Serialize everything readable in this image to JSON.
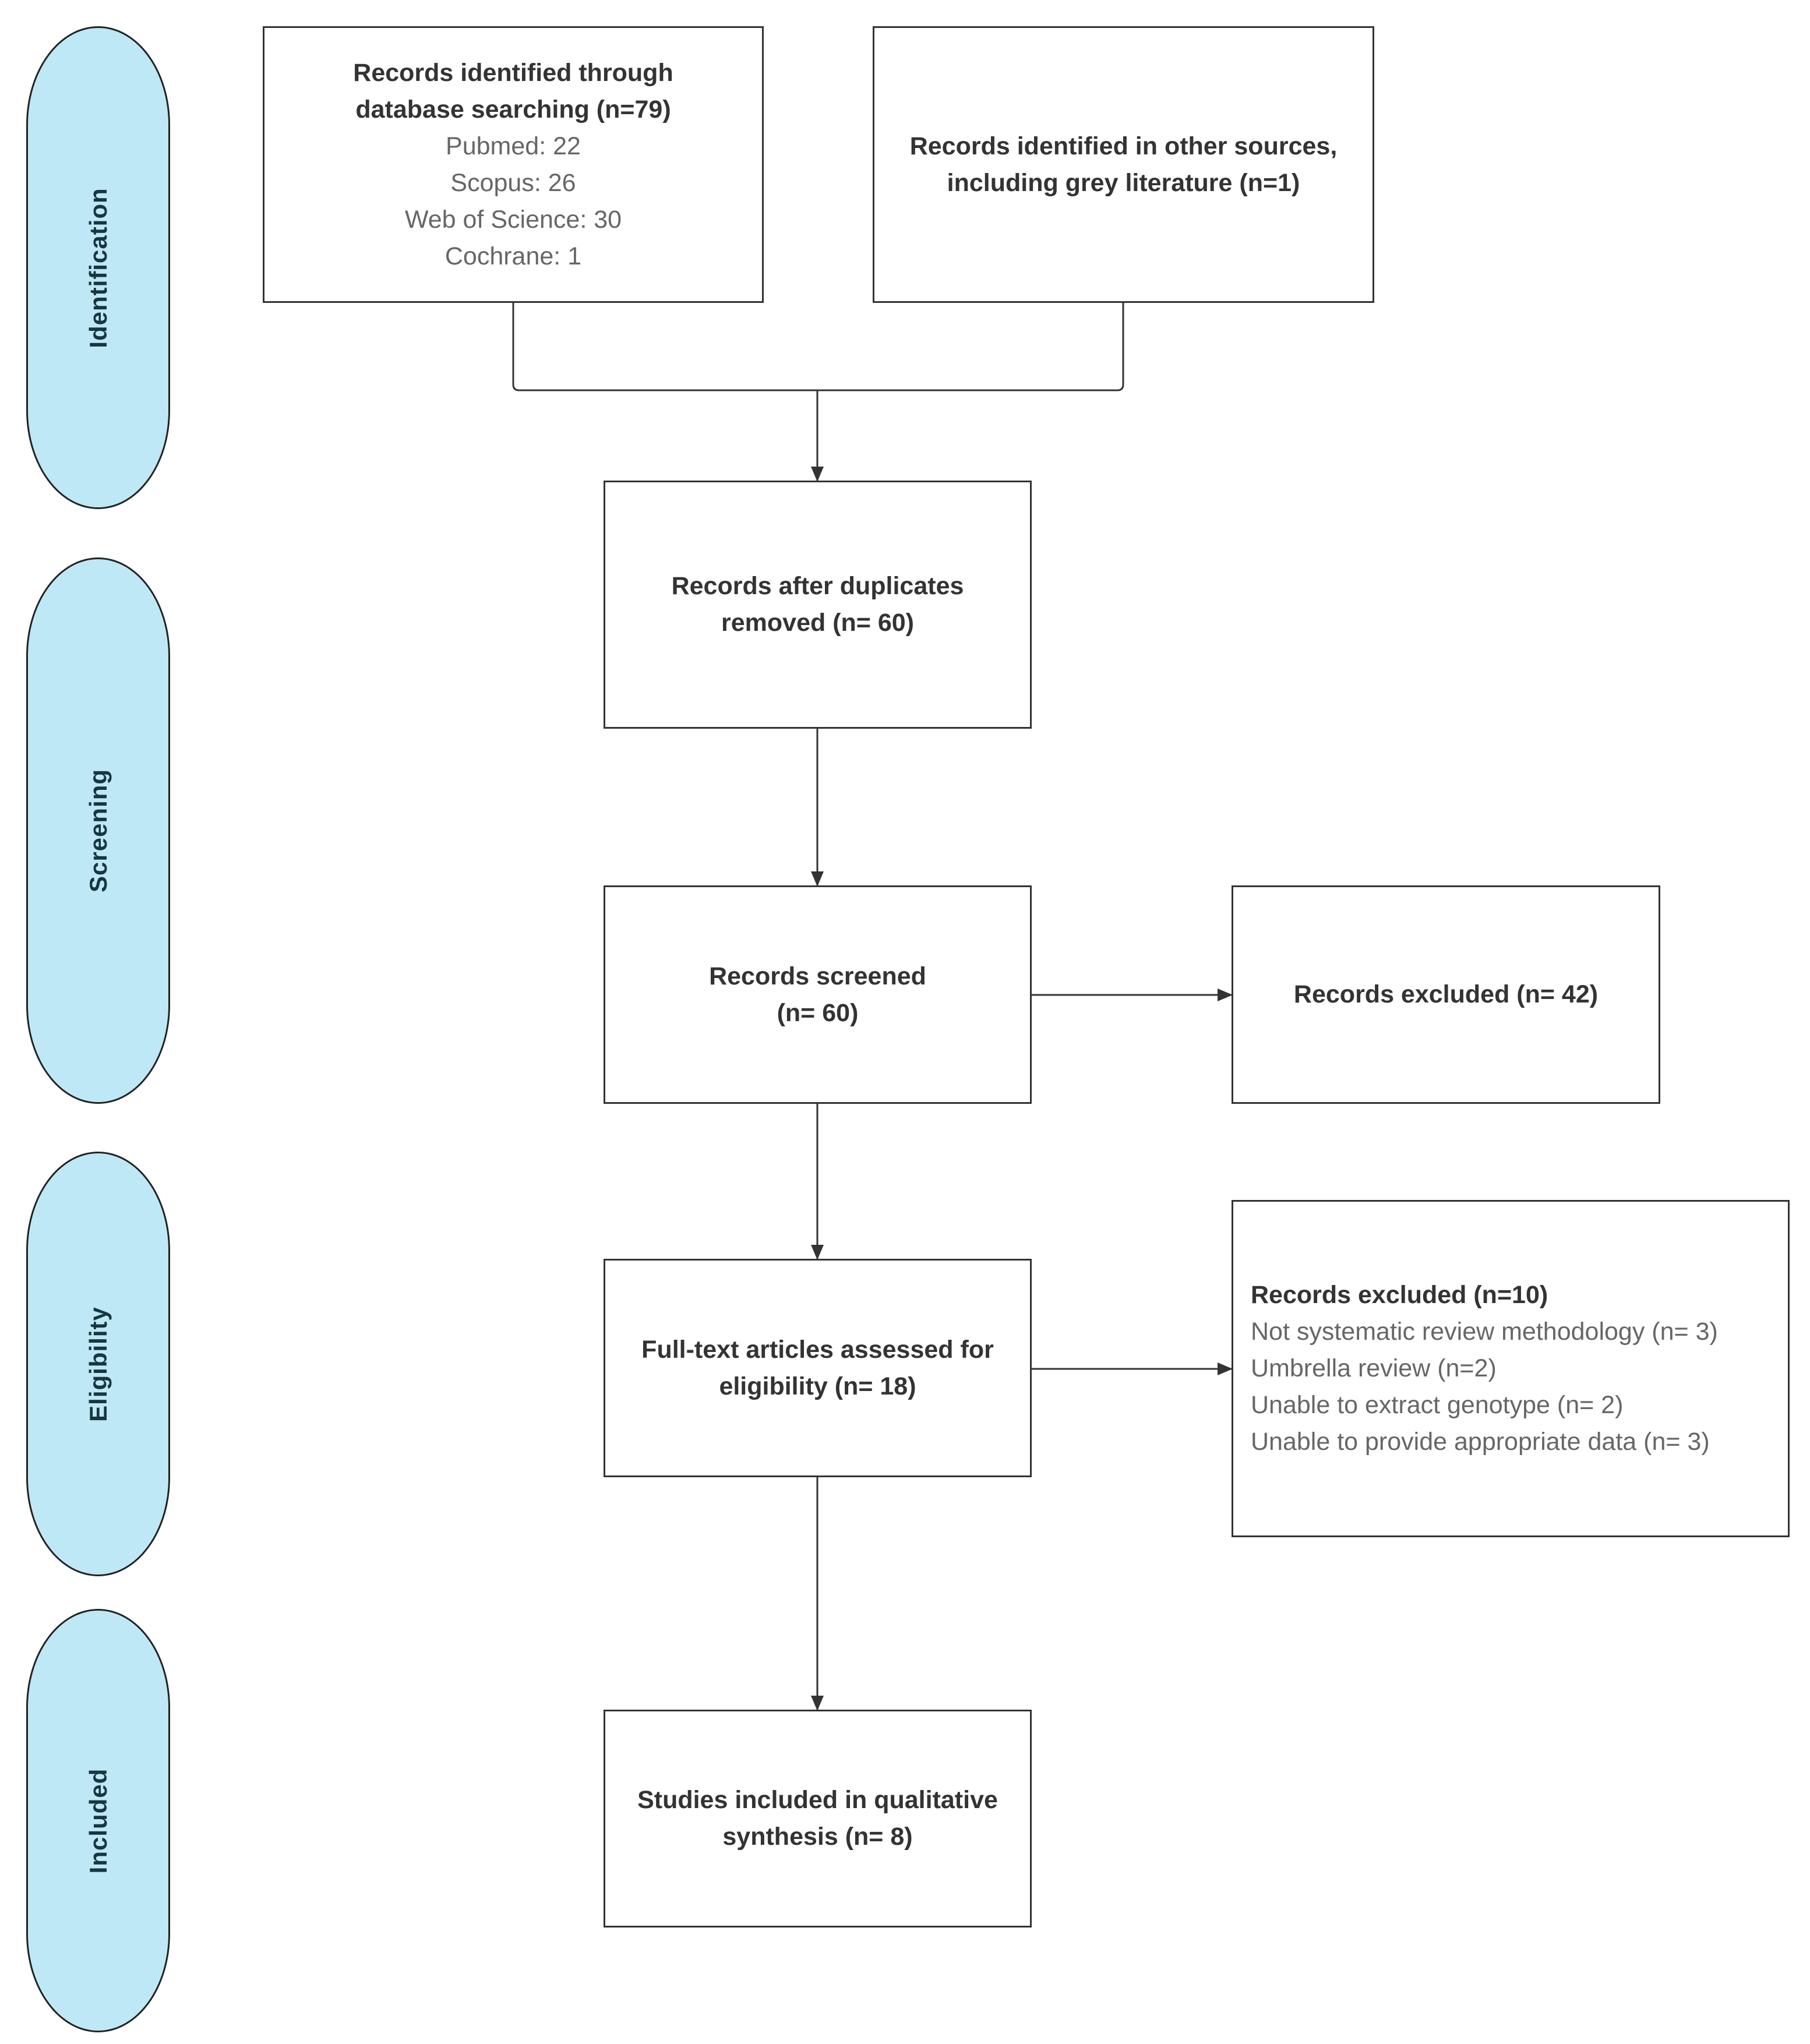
{
  "stages": [
    "Identification",
    "Screening",
    "Eligibility",
    "Included"
  ],
  "boxes": {
    "database": {
      "title_lines": [
        "Records identified through",
        "database searching (n=79)"
      ],
      "sources": [
        "Pubmed: 22",
        "Scopus: 26",
        "Web of Science: 30",
        "Cochrane: 1"
      ]
    },
    "other": {
      "title_lines": [
        "Records identified in other sources,",
        "including grey literature (n=1)"
      ]
    },
    "duplicates": {
      "title_lines": [
        "Records after duplicates",
        "removed (n= 60)"
      ]
    },
    "screened": {
      "title_lines": [
        "Records screened",
        "(n= 60)"
      ]
    },
    "excluded_screen": {
      "title": "Records excluded (n= 42)"
    },
    "fulltext": {
      "title_lines": [
        "Full-text articles assessed for",
        "eligibility (n= 18)"
      ]
    },
    "excluded_full": {
      "title": "Records excluded (n=10)",
      "reasons": [
        "Not systematic review methodology (n= 3)",
        "Umbrella review (n=2)",
        "Unable to extract genotype (n= 2)",
        "Unable to provide appropriate data (n= 3)"
      ]
    },
    "included": {
      "title_lines": [
        "Studies included in qualitative",
        "synthesis (n= 8)"
      ]
    }
  },
  "colors": {
    "stage_fill": "#bfe8f6",
    "stage_text": "#173640",
    "line": "#333333"
  }
}
